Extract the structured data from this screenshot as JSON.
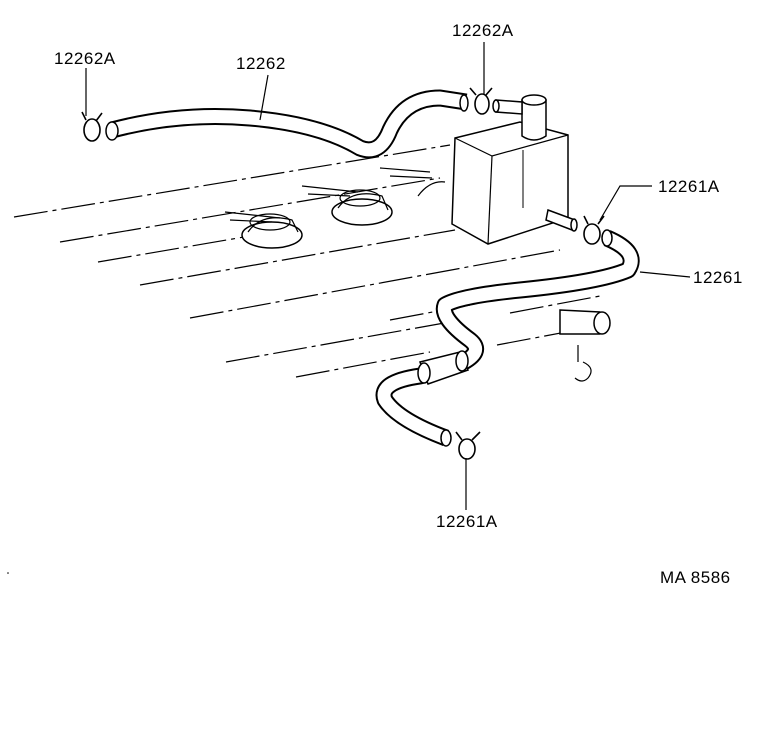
{
  "labels": {
    "clamp_top_left": "12262A",
    "hose_upper": "12262",
    "clamp_top_mid": "12262A",
    "clamp_right": "12261A",
    "hose_lower": "12261",
    "clamp_bottom": "12261A",
    "figure_code": "MA 8586"
  }
}
